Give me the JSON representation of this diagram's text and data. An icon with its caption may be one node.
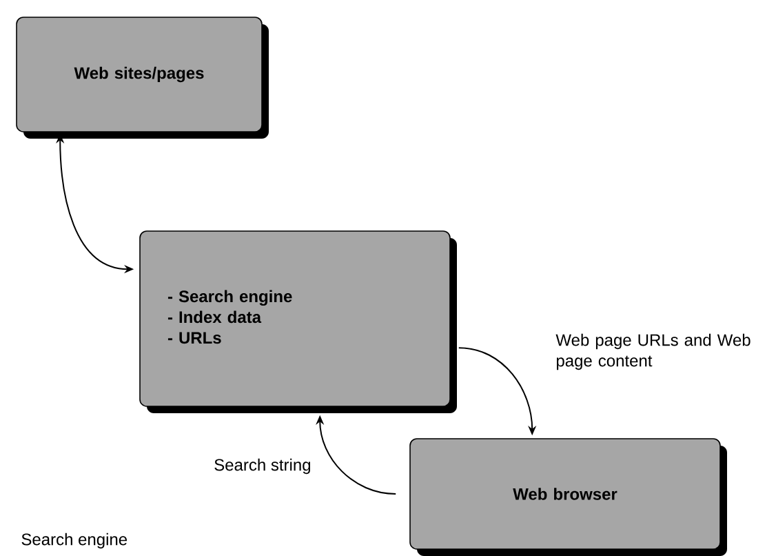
{
  "diagram": {
    "caption": "Search engine",
    "nodes": [
      {
        "text": [
          "Web sites/pages"
        ]
      },
      {
        "text": [
          "- Search engine",
          "- Index data",
          "- URLs"
        ]
      },
      {
        "text": [
          "Web browser"
        ]
      }
    ],
    "edges": [
      {
        "from": 0,
        "to": 1,
        "arrow": "both"
      },
      {
        "from": 1,
        "to": 2,
        "arrow": "to",
        "label": "Web page URLs and Web page content"
      },
      {
        "from": 2,
        "to": 1,
        "arrow": "to",
        "label": "Search string"
      }
    ]
  }
}
